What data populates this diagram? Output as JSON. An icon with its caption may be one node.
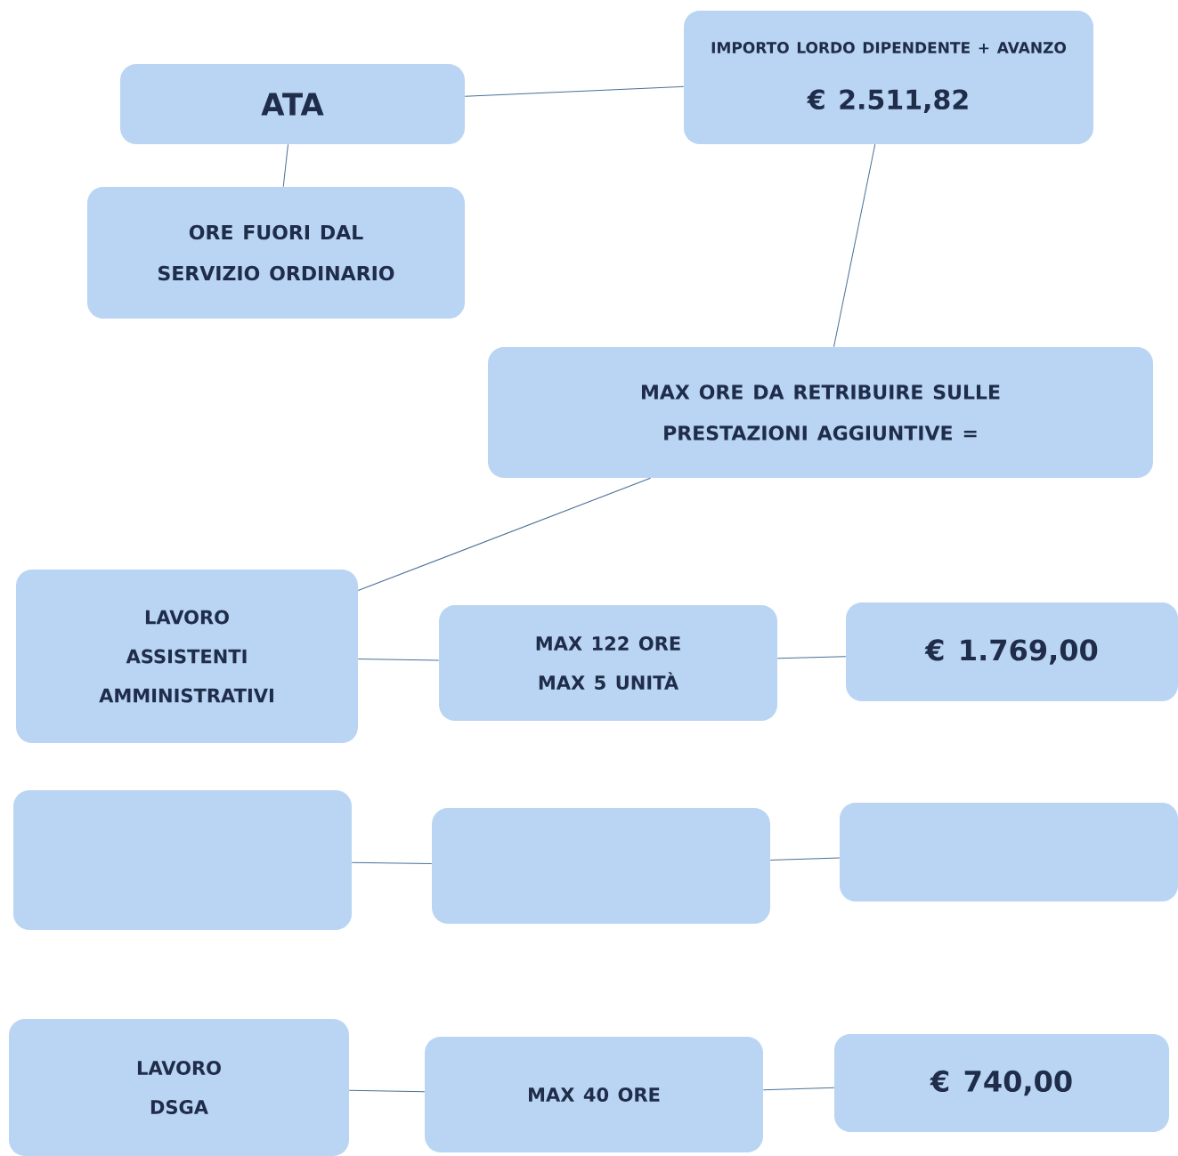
{
  "diagram": {
    "nodes": [
      {
        "text": [
          "ATA"
        ]
      },
      {
        "text": [
          "IMPORTO LORDO DIPENDENTE + AVANZO",
          "€ 2.511,82"
        ]
      },
      {
        "text": [
          "ORE FUORI DAL SERVIZIO ORDINARIO"
        ]
      },
      {
        "text": [
          "MAX ORE DA RETRIBUIRE SULLE PRESTAZIONI AGGIUNTIVE ="
        ]
      },
      {
        "text": [
          "LAVORO ASSISTENTI AMMINISTRATIVI"
        ]
      },
      {
        "text": [
          "MAX 122 ORE MAX 5 UNITÀ"
        ]
      },
      {
        "text": [
          "€ 1.769,00"
        ]
      },
      {
        "text": [],
        "shape": "box"
      },
      {
        "text": [],
        "shape": "box"
      },
      {
        "text": [],
        "shape": "box"
      },
      {
        "text": [
          "LAVORO DSGA"
        ]
      },
      {
        "text": [
          "MAX 40 ORE"
        ]
      },
      {
        "text": [
          "€ 740,00"
        ]
      }
    ],
    "edges": [
      {
        "from": 0,
        "to": 1,
        "arrow": "none"
      },
      {
        "from": 0,
        "to": 2,
        "arrow": "none"
      },
      {
        "from": 1,
        "to": 3,
        "arrow": "none"
      },
      {
        "from": 3,
        "to": 4,
        "arrow": "none"
      },
      {
        "from": 4,
        "to": 5,
        "arrow": "none"
      },
      {
        "from": 5,
        "to": 6,
        "arrow": "none"
      },
      {
        "from": 7,
        "to": 8,
        "arrow": "none"
      },
      {
        "from": 8,
        "to": 9,
        "arrow": "none"
      },
      {
        "from": 10,
        "to": 11,
        "arrow": "none"
      },
      {
        "from": 11,
        "to": 12,
        "arrow": "none"
      }
    ]
  }
}
